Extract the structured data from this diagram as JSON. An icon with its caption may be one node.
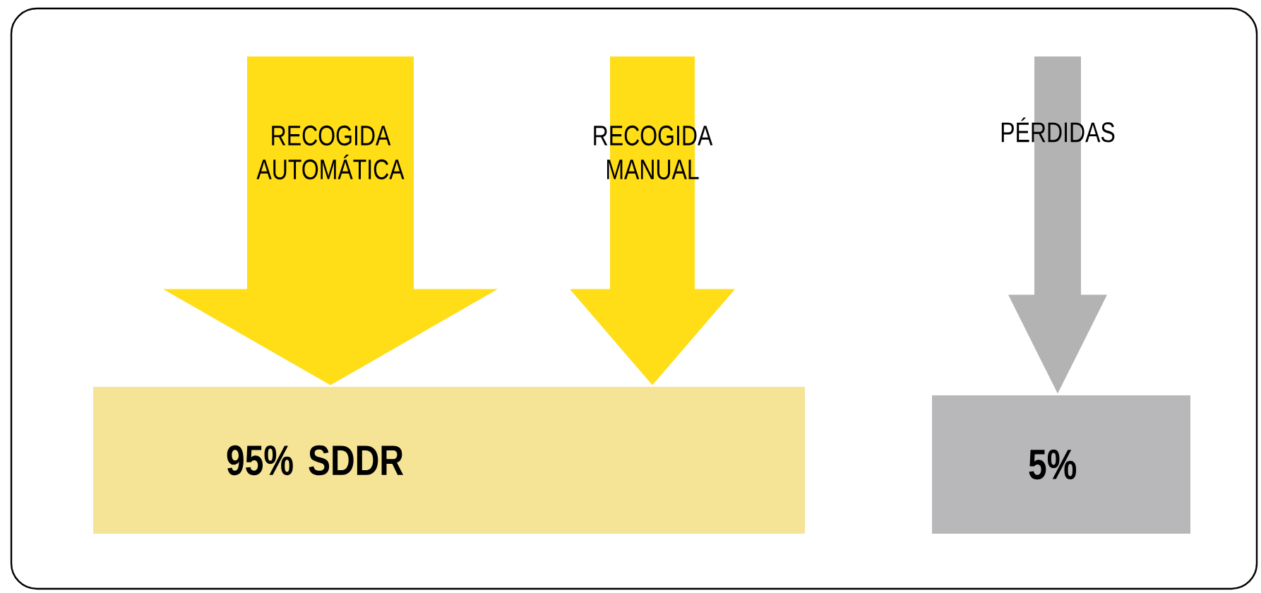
{
  "diagram": {
    "nodes": [
      {
        "text": [
          "95% SDDR"
        ]
      },
      {
        "text": [
          "5%"
        ]
      }
    ],
    "edges": [
      {
        "from": null,
        "to": 0,
        "arrow": "to",
        "label": "RECOGIDA AUTOMÁTICA"
      },
      {
        "from": null,
        "to": 0,
        "arrow": "to",
        "label": "RECOGIDA MANUAL"
      },
      {
        "from": null,
        "to": 1,
        "arrow": "to",
        "label": "PÉRDIDAS",
        "color": "#b3b3b3"
      }
    ]
  }
}
